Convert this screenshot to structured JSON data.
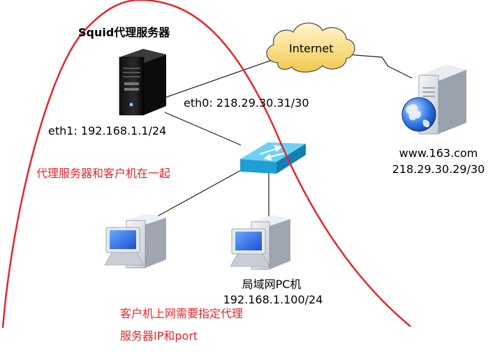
{
  "proxy_server": {
    "title": "Squid代理服务器",
    "eth1": "eth1: 192.168.1.1/24",
    "eth0": "eth0: 218.29.30.31/30"
  },
  "internet": {
    "label": "Internet"
  },
  "web_server": {
    "host": "www.163.com",
    "ip": "218.29.30.29/30"
  },
  "lan_pc": {
    "name": "局域网PC机",
    "ip": "192.168.1.100/24"
  },
  "notes": {
    "same_place": "代理服务器和客户机在一起",
    "client_line1": "客户机上网需要指定代理",
    "client_line2": "服务器IP和port"
  },
  "colors": {
    "annotation_red": "#e8252a",
    "switch_blue": "#1f9fd6",
    "cloud_fill": "#f7d774"
  }
}
